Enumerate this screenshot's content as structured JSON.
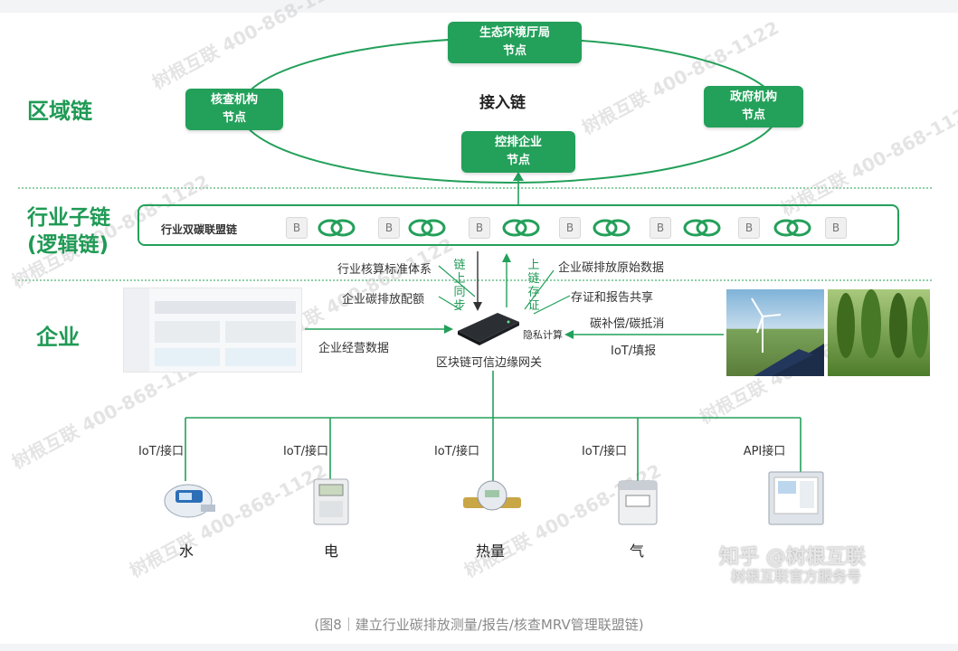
{
  "zones": {
    "region": "区域链",
    "industry": "行业子链\n(逻辑链)",
    "enterprise": "企业"
  },
  "region": {
    "ring_label": "接入链",
    "nodes": {
      "eco": "生态环境厅局\n节点",
      "verify": "核查机构\n节点",
      "gov": "政府机构\n节点",
      "enterprise": "控排企业\n节点"
    }
  },
  "alliance": {
    "label": "行业双碳联盟链",
    "block_letter": "B"
  },
  "flows": {
    "accounting_standard": "行业核算标准体系",
    "quota": "企业碳排放配额",
    "sync": "链上同步",
    "upload": "上链存证",
    "raw_data": "企业碳排放原始数据",
    "evidence": "存证和报告共享",
    "offset": "碳补偿/碳抵消",
    "iot_fill": "IoT/填报",
    "operation": "企业经营数据",
    "privacy": "隐私计算",
    "gateway": "区块链可信边缘网关"
  },
  "meters": [
    {
      "iface": "IoT/接口",
      "name": "水"
    },
    {
      "iface": "IoT/接口",
      "name": "电"
    },
    {
      "iface": "IoT/接口",
      "name": "热量"
    },
    {
      "iface": "IoT/接口",
      "name": "气"
    },
    {
      "iface": "API接口",
      "name": ""
    }
  ],
  "watermark": {
    "brand": "树根互联 400-868-1122",
    "zhihu": "知乎 @树根互联",
    "service": "树根互联官方服务号"
  },
  "caption": "(图8｜建立行业碳排放测量/报告/核查MRV管理联盟链)",
  "colors": {
    "green": "#23a05a",
    "text": "#333333"
  }
}
